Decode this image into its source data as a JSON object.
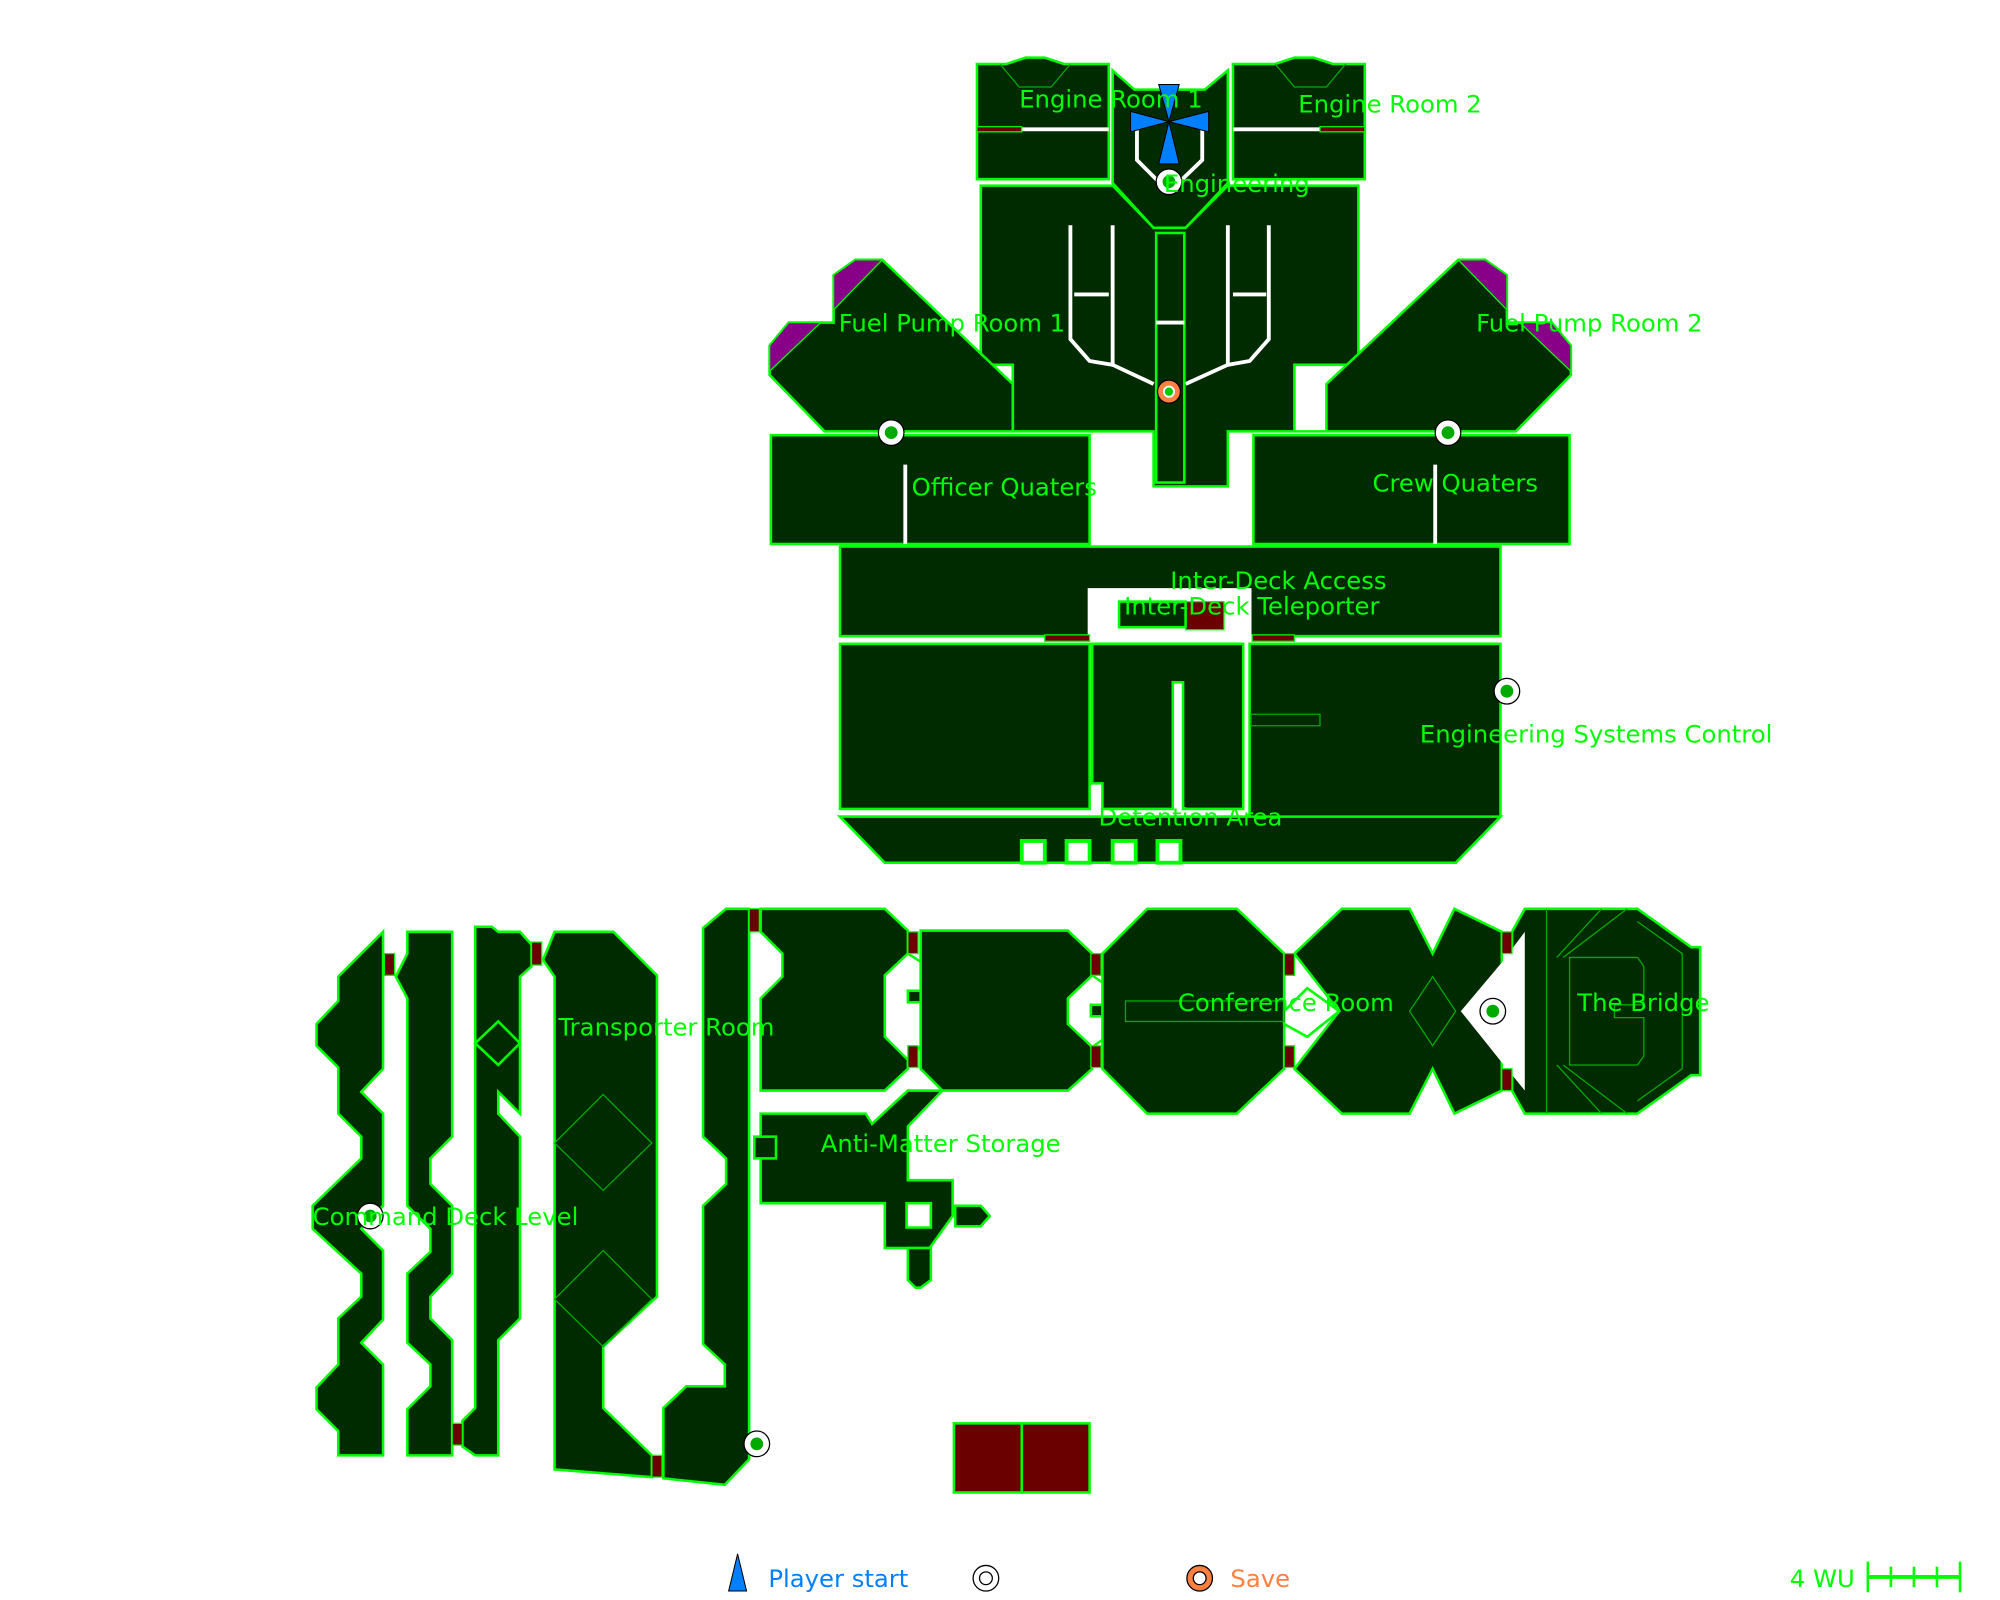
{
  "map": {
    "rooms": [
      {
        "name": "Engine Room 1"
      },
      {
        "name": "Engine Room 2"
      },
      {
        "name": "Engineering"
      },
      {
        "name": "Fuel Pump Room 1"
      },
      {
        "name": "Fuel Pump Room 2"
      },
      {
        "name": "Officer Quaters"
      },
      {
        "name": "Crew Quaters"
      },
      {
        "name": "Inter-Deck Access"
      },
      {
        "name": "Inter-Deck Teleporter"
      },
      {
        "name": "Engineering Systems Control"
      },
      {
        "name": "Detention Area"
      },
      {
        "name": "Transporter Room"
      },
      {
        "name": "Anti-Matter Storage"
      },
      {
        "name": "Conference Room"
      },
      {
        "name": "The Bridge"
      },
      {
        "name": "Command Deck Level"
      }
    ],
    "colors": {
      "wall": "#00ff00",
      "floor": "#002b00",
      "door": "#6b0000",
      "player": "#0080ff",
      "save": "#ff8040",
      "hazard": "#880088"
    }
  },
  "legend": {
    "player_start": "Player start",
    "save": "Save",
    "scale": "4 WU"
  }
}
